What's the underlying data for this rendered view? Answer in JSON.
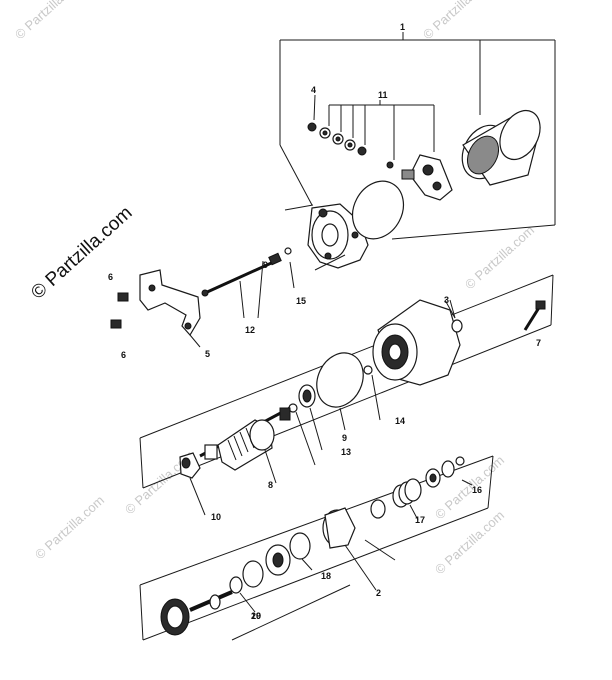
{
  "diagram": {
    "callouts": [
      "1",
      "2",
      "3",
      "4",
      "5",
      "6",
      "6",
      "7",
      "8",
      "9",
      "9",
      "10",
      "11",
      "12",
      "13",
      "14",
      "15",
      "16",
      "17",
      "18",
      "19",
      "20"
    ]
  },
  "watermarks": {
    "main": "© Partzilla.com",
    "faint": "© Partzilla.com"
  }
}
